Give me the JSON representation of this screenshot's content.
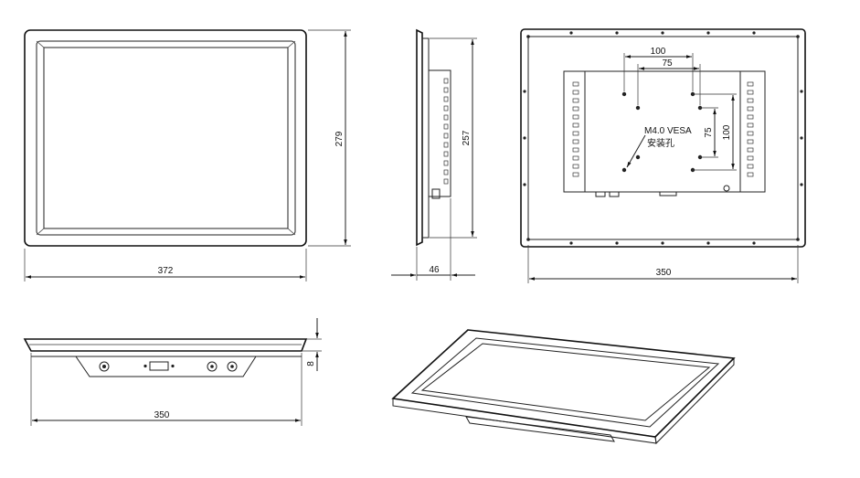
{
  "front_view": {
    "width_label": "372",
    "height_label": "279"
  },
  "side_view": {
    "depth_label": "46",
    "height_label": "257"
  },
  "rear_view": {
    "width_label": "350",
    "vesa_outer_h": "100",
    "vesa_inner_h": "75",
    "vesa_outer_v": "100",
    "vesa_inner_v": "75",
    "note_line1": "M4.0 VESA",
    "note_line2": "安装孔"
  },
  "bottom_view": {
    "width_label": "350",
    "thickness_label": "8"
  }
}
